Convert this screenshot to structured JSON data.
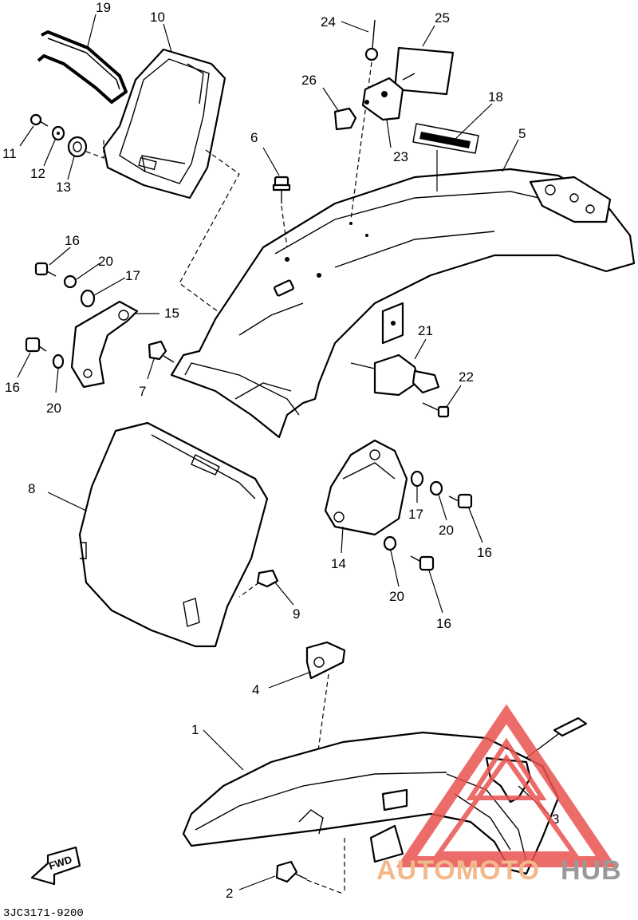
{
  "diagram": {
    "callouts": [
      {
        "id": "c1",
        "label": "1"
      },
      {
        "id": "c2",
        "label": "2"
      },
      {
        "id": "c3",
        "label": "3"
      },
      {
        "id": "c4",
        "label": "4"
      },
      {
        "id": "c5",
        "label": "5"
      },
      {
        "id": "c6",
        "label": "6"
      },
      {
        "id": "c7",
        "label": "7"
      },
      {
        "id": "c8",
        "label": "8"
      },
      {
        "id": "c9",
        "label": "9"
      },
      {
        "id": "c10",
        "label": "10"
      },
      {
        "id": "c11",
        "label": "11"
      },
      {
        "id": "c12",
        "label": "12"
      },
      {
        "id": "c13",
        "label": "13"
      },
      {
        "id": "c14",
        "label": "14"
      },
      {
        "id": "c15",
        "label": "15"
      },
      {
        "id": "c16a",
        "label": "16"
      },
      {
        "id": "c16b",
        "label": "16"
      },
      {
        "id": "c16c",
        "label": "16"
      },
      {
        "id": "c16d",
        "label": "16"
      },
      {
        "id": "c17a",
        "label": "17"
      },
      {
        "id": "c17b",
        "label": "17"
      },
      {
        "id": "c18",
        "label": "18"
      },
      {
        "id": "c19",
        "label": "19"
      },
      {
        "id": "c20a",
        "label": "20"
      },
      {
        "id": "c20b",
        "label": "20"
      },
      {
        "id": "c20c",
        "label": "20"
      },
      {
        "id": "c20d",
        "label": "20"
      },
      {
        "id": "c21",
        "label": "21"
      },
      {
        "id": "c22",
        "label": "22"
      },
      {
        "id": "c23",
        "label": "23"
      },
      {
        "id": "c24",
        "label": "24"
      },
      {
        "id": "c25",
        "label": "25"
      },
      {
        "id": "c26",
        "label": "26"
      }
    ],
    "fwd_arrow_label": "FWD",
    "diagram_code": "3JC3171-9200",
    "watermark": {
      "text_part1": "AUTOMOTO",
      "text_part2": "HUB",
      "color_part1": "#f2b98c",
      "color_part2": "#9a9a9a",
      "triangle_color": "#e8534f"
    }
  }
}
